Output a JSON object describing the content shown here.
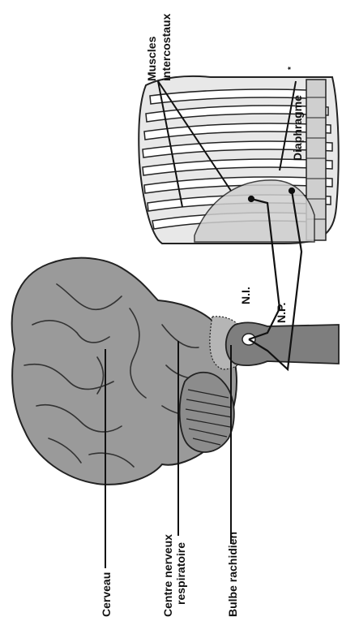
{
  "labels": {
    "cerveau": "Cerveau",
    "centre_line1": "Centre nerveux",
    "centre_line2": "respiratoire",
    "bulbe": "Bulbe rachidien",
    "ni": "N.I.",
    "np": "N.P.",
    "muscles_line1": "Muscles",
    "muscles_line2": "intercostaux",
    "diaphragme": "Diaphragme",
    "diaphragme_marker": "*"
  },
  "colors": {
    "brain_fill": "#9a9a9a",
    "brainstem_fill": "#7e7e7e",
    "ribcage_fill": "#e8e8e8",
    "outline": "#222222",
    "background": "#ffffff"
  },
  "illustrations": [
    "brain",
    "cerebellum",
    "brainstem",
    "ribcage",
    "diaphragm"
  ]
}
